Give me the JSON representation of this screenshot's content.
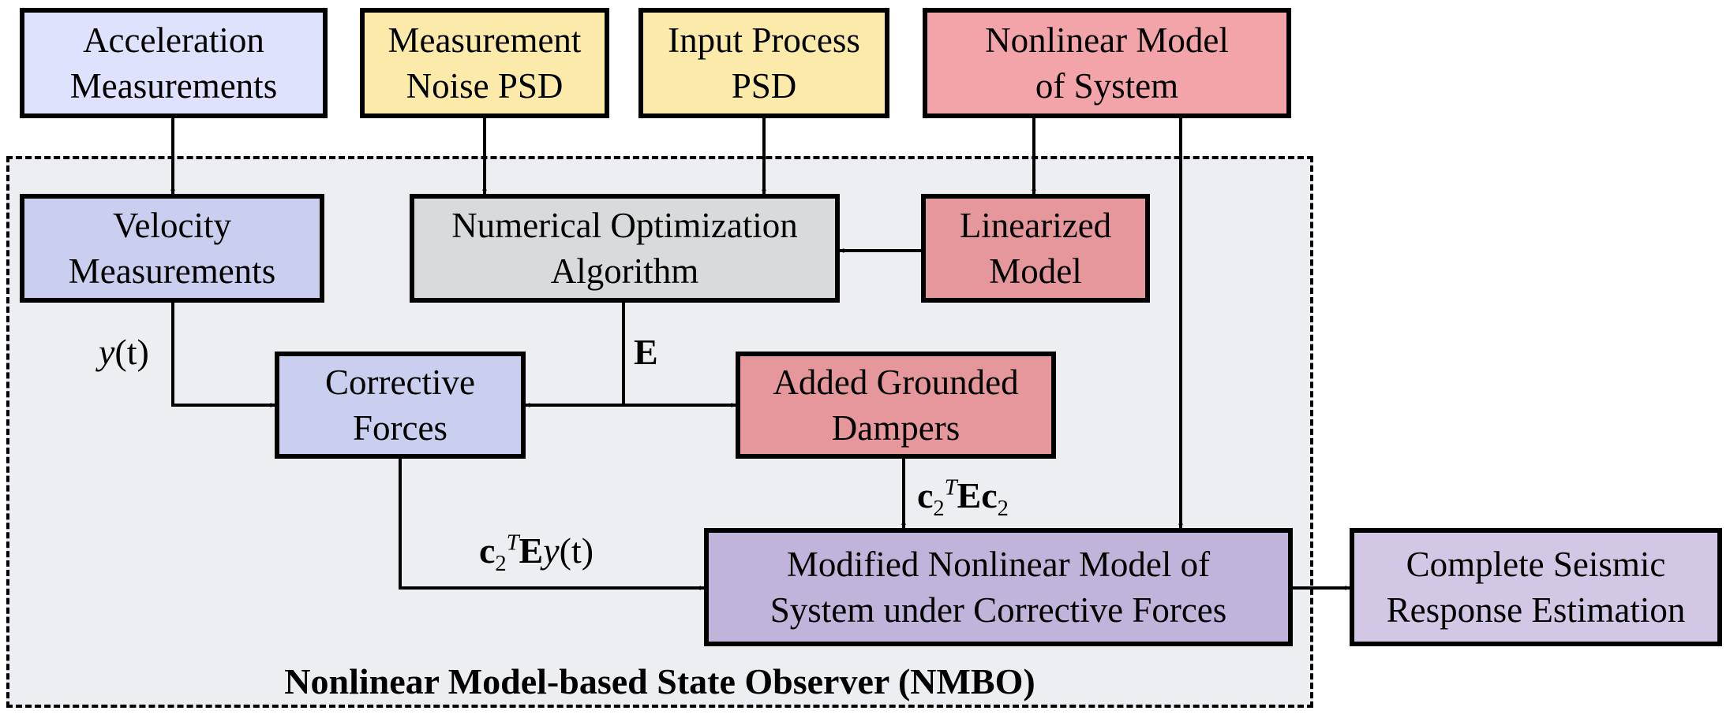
{
  "container": {
    "title": "Nonlinear Model-based State Observer (NMBO)",
    "background": "#eceef2"
  },
  "nodes": {
    "acceleration": {
      "lines": [
        "Acceleration",
        "Measurements"
      ],
      "color": "#dfe2fd"
    },
    "noise_psd": {
      "lines": [
        "Measurement",
        "Noise PSD"
      ],
      "color": "#fbeaaa"
    },
    "input_psd": {
      "lines": [
        "Input Process",
        "PSD"
      ],
      "color": "#fbeaaa"
    },
    "nonlinear_model": {
      "lines": [
        "Nonlinear Model",
        "of System"
      ],
      "color": "#f3a4a8"
    },
    "velocity": {
      "lines": [
        "Velocity",
        "Measurements"
      ],
      "color": "#cacff0"
    },
    "numerical_opt": {
      "lines": [
        "Numerical Optimization",
        "Algorithm"
      ],
      "color": "#d9dadb"
    },
    "linearized": {
      "lines": [
        "Linearized",
        "Model"
      ],
      "color": "#e6979b"
    },
    "corrective": {
      "lines": [
        "Corrective",
        "Forces"
      ],
      "color": "#cacff0"
    },
    "dampers": {
      "lines": [
        "Added Grounded",
        "Dampers"
      ],
      "color": "#e6979b"
    },
    "modified": {
      "lines": [
        "Modified Nonlinear Model of",
        "System under Corrective Forces"
      ],
      "color": "#c0b4da"
    },
    "complete": {
      "lines": [
        "Complete Seismic",
        "Response Estimation"
      ],
      "color": "#d2c8e6"
    }
  },
  "edge_labels": {
    "yt": {
      "fn": "y",
      "arg": "(t)"
    },
    "E": {
      "sym": "E"
    },
    "cEc": {
      "c": "c",
      "sub": "2",
      "sup": "T",
      "E": "E",
      "c2": "c",
      "sub2": "2"
    },
    "cEy": {
      "c": "c",
      "sub": "2",
      "sup": "T",
      "E": "E",
      "fn": "y",
      "arg": "(t)"
    }
  }
}
